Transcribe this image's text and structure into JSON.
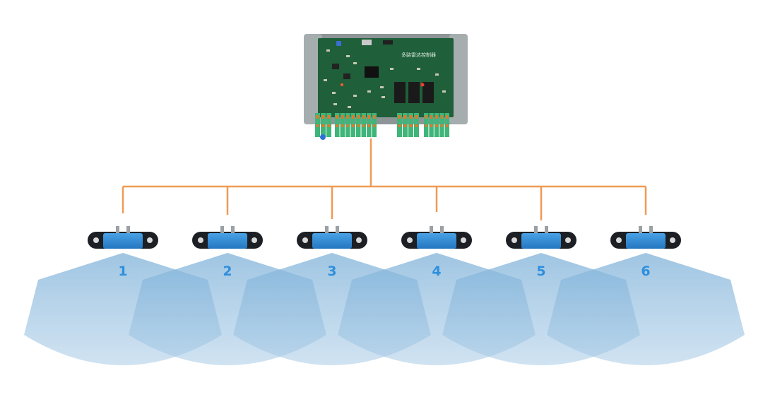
{
  "controller": {
    "board_label": "多路雷达控制器",
    "colors": {
      "board": "#1f5f3a",
      "case": "#7c8486",
      "terminal": "#3fb57a",
      "terminal_tab": "#e07a2c"
    }
  },
  "bus": {
    "color": "#ef9a55"
  },
  "sensors": [
    {
      "label": "1"
    },
    {
      "label": "2"
    },
    {
      "label": "3"
    },
    {
      "label": "4"
    },
    {
      "label": "5"
    },
    {
      "label": "6"
    }
  ],
  "colors": {
    "sensor_body": "#2f86cf",
    "sensor_mount": "#1c1f24",
    "label": "#2f8fdc",
    "beam": "#5a9dcc"
  }
}
